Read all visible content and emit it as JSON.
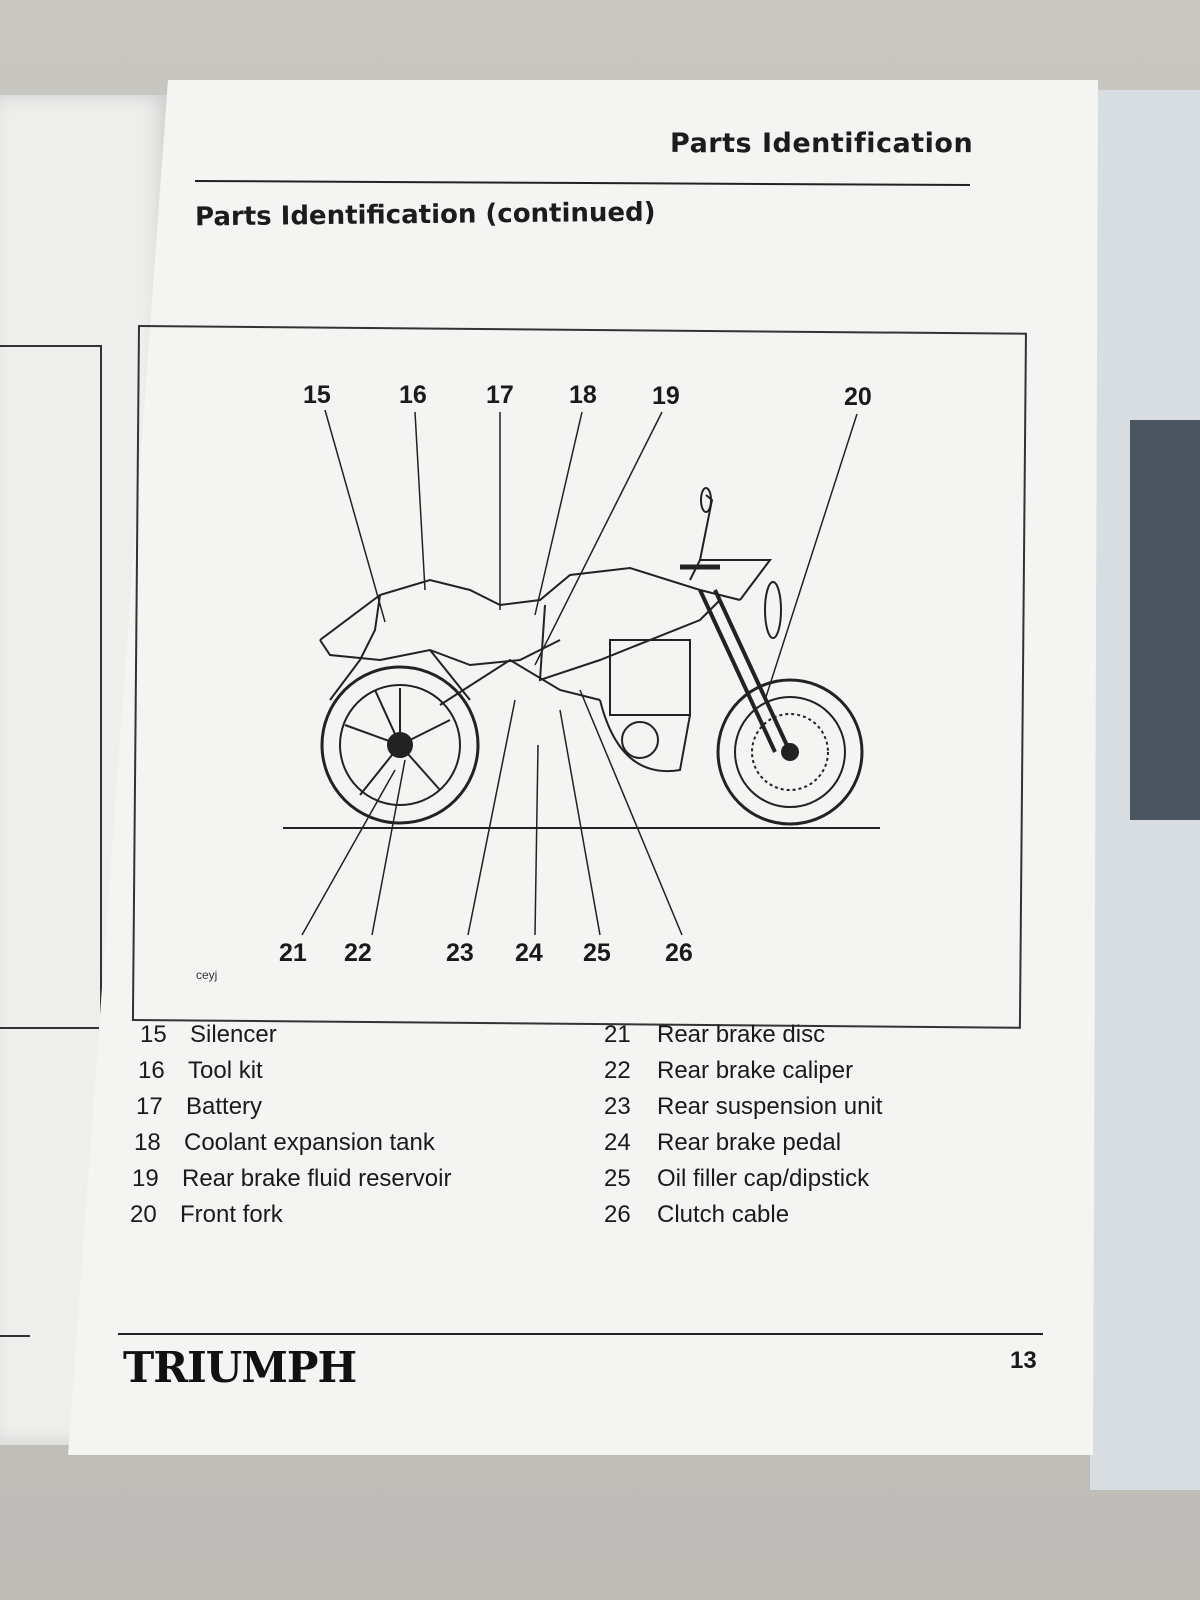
{
  "header": {
    "title": "Parts Identification"
  },
  "section": {
    "title": "Parts Identification (continued)"
  },
  "diagram": {
    "callouts_top": [
      "15",
      "16",
      "17",
      "18",
      "19",
      "20"
    ],
    "callouts_bottom": [
      "21",
      "22",
      "23",
      "24",
      "25",
      "26"
    ],
    "code": "ceyj"
  },
  "legend": {
    "left": [
      {
        "num": "15",
        "label": "Silencer"
      },
      {
        "num": "16",
        "label": "Tool kit"
      },
      {
        "num": "17",
        "label": "Battery"
      },
      {
        "num": "18",
        "label": "Coolant expansion tank"
      },
      {
        "num": "19",
        "label": "Rear brake fluid reservoir"
      },
      {
        "num": "20",
        "label": "Front fork"
      }
    ],
    "right": [
      {
        "num": "21",
        "label": "Rear brake disc"
      },
      {
        "num": "22",
        "label": "Rear brake caliper"
      },
      {
        "num": "23",
        "label": "Rear suspension unit"
      },
      {
        "num": "24",
        "label": "Rear brake pedal"
      },
      {
        "num": "25",
        "label": "Oil filler cap/dipstick"
      },
      {
        "num": "26",
        "label": "Clutch cable"
      }
    ]
  },
  "footer": {
    "logo": "TRIUMPH",
    "page_number": "13"
  }
}
